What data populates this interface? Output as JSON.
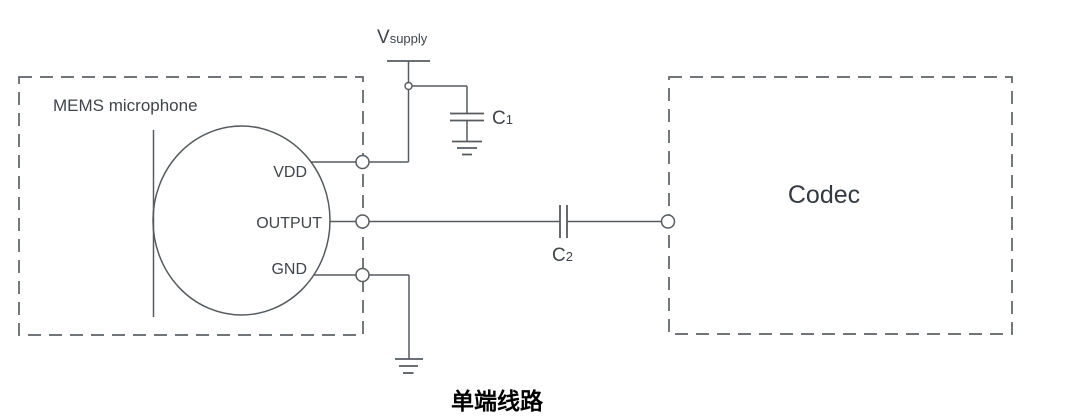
{
  "diagram": {
    "caption": "单端线路",
    "blocks": {
      "mems": {
        "label": "MEMS microphone"
      },
      "codec": {
        "label": "Codec"
      }
    },
    "mic_pins": {
      "vdd": "VDD",
      "output": "OUTPUT",
      "gnd": "GND"
    },
    "labels": {
      "vsupply": {
        "main": "V",
        "sub": "supply"
      },
      "c1": {
        "main": "C",
        "sub": "1"
      },
      "c2": {
        "main": "C",
        "sub": "2"
      }
    },
    "colors": {
      "wire": "#565b60",
      "dashed_border": "#5d6166",
      "text": "#3f454b",
      "codec_text": "#333a41",
      "caption_text": "#000000",
      "background": "#ffffff"
    }
  }
}
